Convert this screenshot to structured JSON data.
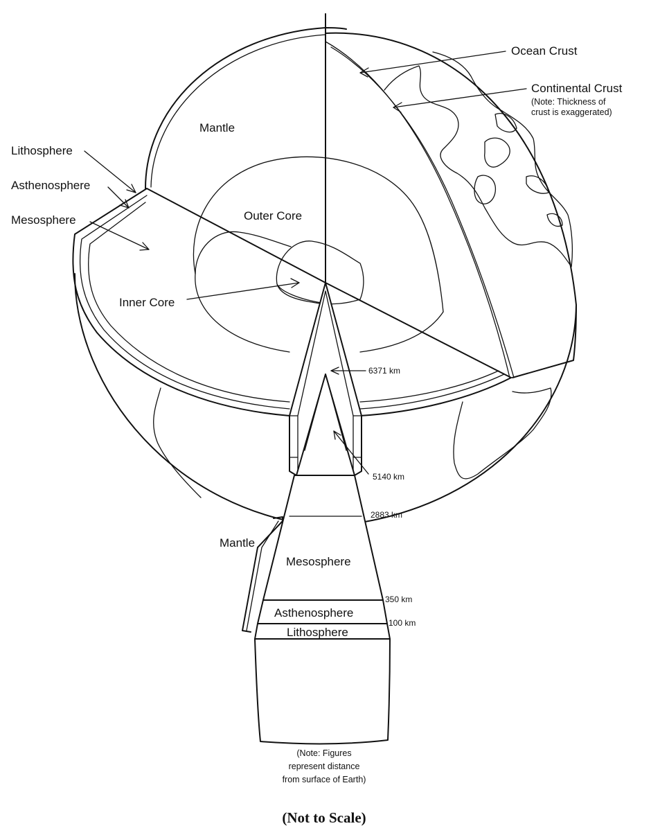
{
  "labels": {
    "ocean_crust": "Ocean Crust",
    "continental_crust": "Continental Crust",
    "crust_note_line1": "(Note: Thickness of",
    "crust_note_line2": "crust is exaggerated)",
    "lithosphere": "Lithosphere",
    "asthenosphere": "Asthenosphere",
    "mesosphere": "Mesosphere",
    "mantle": "Mantle",
    "outer_core": "Outer Core",
    "inner_core": "Inner Core"
  },
  "depths": {
    "center": "6371 km",
    "inner_core_boundary": "5140 km",
    "core_mantle_boundary": "2883 km",
    "mesosphere_base": "350 km",
    "lithosphere_base": "100 km"
  },
  "wedge_labels": {
    "mantle": "Mantle",
    "mesosphere": "Mesosphere",
    "asthenosphere": "Asthenosphere",
    "lithosphere": "Lithosphere"
  },
  "figure_note": {
    "line1": "(Note: Figures",
    "line2": "represent distance",
    "line3": "from surface of Earth)"
  },
  "caption": "(Not to Scale)"
}
